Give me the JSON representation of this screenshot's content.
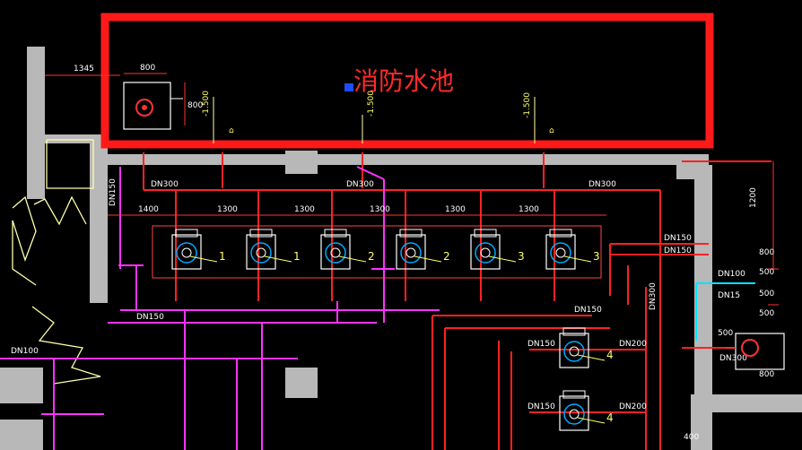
{
  "pool": {
    "title": "消防水池",
    "dim_left": "1345",
    "dim_top": "800",
    "dim_side": "800",
    "levels": [
      "-1.500",
      "-1.500",
      "-1.500"
    ]
  },
  "pipes": {
    "header_left": "DN300",
    "header_mid": "DN300",
    "header_right": "DN300",
    "riser_left": "DN150",
    "branch_main": "DN150",
    "branch_mid": "DN150",
    "right_1": "DN150",
    "right_2": "DN150",
    "right_3": "DN100",
    "right_4": "DN15",
    "right_5": "DN300",
    "bottom_left": "DN100",
    "pump4_in_a": "DN150",
    "pump4_in_b": "DN150",
    "pump4_out_a": "DN200",
    "pump4_out_b": "DN200",
    "vert_right": "DN300"
  },
  "spacings": [
    "1400",
    "1300",
    "1300",
    "1300",
    "1300",
    "1300"
  ],
  "pumps": [
    {
      "label": "1"
    },
    {
      "label": "1"
    },
    {
      "label": "2"
    },
    {
      "label": "2"
    },
    {
      "label": "3"
    },
    {
      "label": "3"
    }
  ],
  "pumps_lower": [
    {
      "label": "4"
    },
    {
      "label": "4"
    }
  ],
  "right_dims": [
    "1200",
    "800",
    "500",
    "500",
    "500",
    "800",
    "500"
  ],
  "bottom_dims": [
    "400"
  ]
}
